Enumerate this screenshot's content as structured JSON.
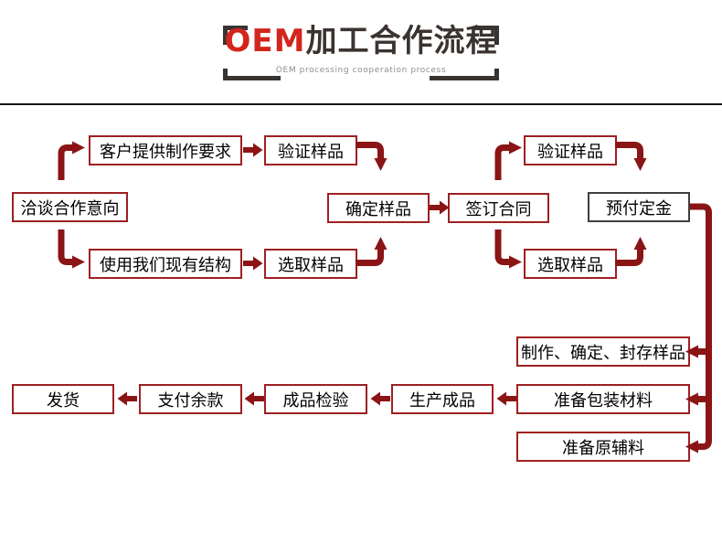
{
  "title": {
    "brand": "OEM",
    "heading": "加工合作流程",
    "subtitle": "OEM processing cooperation process"
  },
  "colors": {
    "brand_red": "#d3251d",
    "title_dark": "#3a3330",
    "subtitle_gray": "#8f8d8c",
    "bracket_dark": "#3a3431",
    "separator": "#161616",
    "node_border_red": "#9e2022",
    "prepay_border_gray": "#3f3f3f",
    "arrow_dark_red": "#8b1415",
    "node_text": "#000000",
    "background": "#ffffff"
  },
  "flowchart": {
    "nodes": [
      {
        "id": "negotiate",
        "label": "洽谈合作意向"
      },
      {
        "id": "customer-req",
        "label": "客户提供制作要求"
      },
      {
        "id": "verify-sample-1",
        "label": "验证样品"
      },
      {
        "id": "use-structure",
        "label": "使用我们现有结构"
      },
      {
        "id": "select-sample-1",
        "label": "选取样品"
      },
      {
        "id": "confirm-sample",
        "label": "确定样品"
      },
      {
        "id": "sign-contract",
        "label": "签订合同"
      },
      {
        "id": "verify-sample-2",
        "label": "验证样品"
      },
      {
        "id": "select-sample-2",
        "label": "选取样品"
      },
      {
        "id": "prepay",
        "label": "预付定金"
      },
      {
        "id": "make-confirm-seal",
        "label": "制作、确定、封存样品"
      },
      {
        "id": "prep-packaging",
        "label": "准备包装材料"
      },
      {
        "id": "prep-raw",
        "label": "准备原辅料"
      },
      {
        "id": "produce",
        "label": "生产成品"
      },
      {
        "id": "inspect",
        "label": "成品检验"
      },
      {
        "id": "pay-balance",
        "label": "支付余款"
      },
      {
        "id": "ship",
        "label": "发货"
      }
    ],
    "edges": [
      {
        "from": "negotiate",
        "to": "customer-req"
      },
      {
        "from": "negotiate",
        "to": "use-structure"
      },
      {
        "from": "customer-req",
        "to": "verify-sample-1"
      },
      {
        "from": "use-structure",
        "to": "select-sample-1"
      },
      {
        "from": "verify-sample-1",
        "to": "confirm-sample"
      },
      {
        "from": "select-sample-1",
        "to": "confirm-sample"
      },
      {
        "from": "confirm-sample",
        "to": "sign-contract"
      },
      {
        "from": "sign-contract",
        "to": "verify-sample-2"
      },
      {
        "from": "sign-contract",
        "to": "select-sample-2"
      },
      {
        "from": "verify-sample-2",
        "to": "prepay"
      },
      {
        "from": "select-sample-2",
        "to": "prepay"
      },
      {
        "from": "prepay",
        "to": "make-confirm-seal"
      },
      {
        "from": "prepay",
        "to": "prep-packaging"
      },
      {
        "from": "prepay",
        "to": "prep-raw"
      },
      {
        "from": "prep-packaging",
        "to": "produce"
      },
      {
        "from": "produce",
        "to": "inspect"
      },
      {
        "from": "inspect",
        "to": "pay-balance"
      },
      {
        "from": "pay-balance",
        "to": "ship"
      }
    ]
  }
}
